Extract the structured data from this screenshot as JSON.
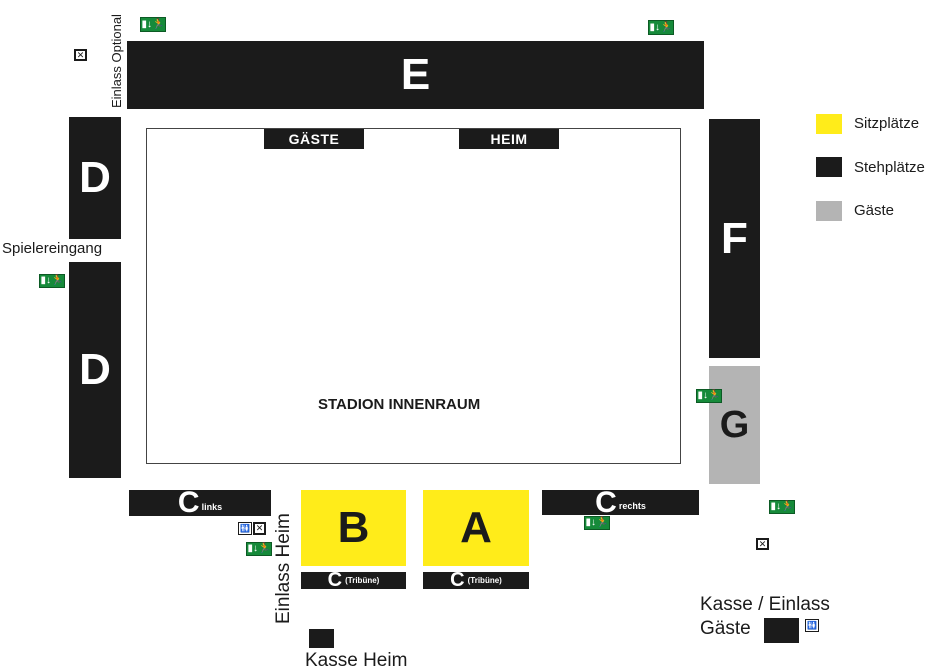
{
  "blocks": {
    "E": "E",
    "D_top": "D",
    "D_bottom": "D",
    "F": "F",
    "G": "G",
    "B": "B",
    "A": "A",
    "C_links": "C",
    "C_links_sub": "links",
    "C_rechts": "C",
    "C_rechts_sub": "rechts",
    "C_tribuene_B": "C",
    "C_tribuene_A": "C",
    "tribuene_sub": "(Tribüne)"
  },
  "field": {
    "gaeste_label": "GÄSTE",
    "heim_label": "HEIM",
    "center_label": "STADION INNENRAUM"
  },
  "labels": {
    "einlass_optional": "Einlass Optional",
    "spielereingang": "Spielereingang",
    "einlass_heim": "Einlass Heim",
    "kasse_heim": "Kasse Heim",
    "kasse_einlass": "Kasse / Einlass",
    "gaeste": "Gäste"
  },
  "legend": [
    {
      "label": "Sitzplätze",
      "color": "#ffec1a"
    },
    {
      "label": "Stehplätze",
      "color": "#1b1b1b"
    },
    {
      "label": "Gäste",
      "color": "#b4b4b4"
    }
  ],
  "icons": {
    "exit": "emergency-exit-icon",
    "box": "checkbox-x-icon",
    "wc": "toilet-icon"
  }
}
